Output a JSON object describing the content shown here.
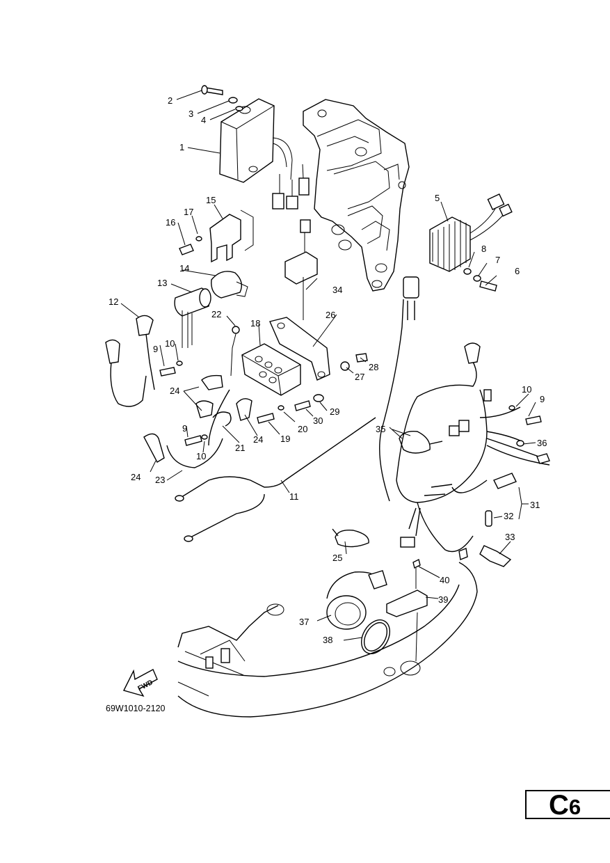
{
  "diagram": {
    "drawing_code": "69W1010-2120",
    "fwd_label": "FWD",
    "page_letter": "C",
    "page_number": "6",
    "callouts": [
      "1",
      "2",
      "3",
      "4",
      "5",
      "6",
      "7",
      "8",
      "9",
      "9",
      "10",
      "10",
      "10",
      "11",
      "12",
      "13",
      "14",
      "15",
      "16",
      "17",
      "18",
      "19",
      "20",
      "21",
      "22",
      "23",
      "24",
      "24",
      "24",
      "25",
      "26",
      "27",
      "28",
      "29",
      "30",
      "31",
      "32",
      "33",
      "34",
      "35",
      "36",
      "37",
      "38",
      "39",
      "40"
    ]
  }
}
